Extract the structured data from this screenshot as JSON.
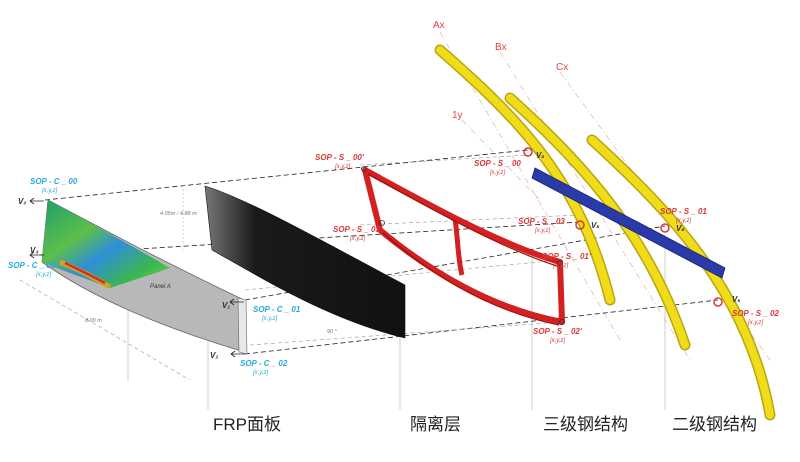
{
  "axes": [
    "Ax",
    "Bx",
    "Cx",
    "1y"
  ],
  "sop_c": [
    {
      "name": "SOP - C _ 00",
      "coord": "[x,y,z]"
    },
    {
      "name": "SOP - C _ 03",
      "coord": "[x,y,z]"
    },
    {
      "name": "SOP - C _ 01",
      "coord": "[x,y,z]"
    },
    {
      "name": "SOP - C _ 02",
      "coord": "[x,y,z]"
    }
  ],
  "sop_s_mid": [
    {
      "name": "SOP - S _ 00'",
      "coord": "[x,y,z]"
    },
    {
      "name": "SOP - S _ 03'",
      "coord": "[x,y,z]"
    },
    {
      "name": "SOP - S _ 01'",
      "coord": "[x,y,z]"
    },
    {
      "name": "SOP - S _ 02'",
      "coord": "[x,y,z]"
    }
  ],
  "sop_s": [
    {
      "name": "SOP - S _ 00",
      "coord": "[x,y,z]"
    },
    {
      "name": "SOP - S _ 03",
      "coord": "[x,y,z]"
    },
    {
      "name": "SOP - S _ 01",
      "coord": "[x,y,z]"
    },
    {
      "name": "SOP - S _ 02",
      "coord": "[x,y,z]"
    }
  ],
  "v_labels": {
    "v0": "V₀",
    "v1": "V₁",
    "v2": "V₂",
    "v3": "V₃",
    "vs": "Vₛ"
  },
  "dims": {
    "height": "4.05m / 4.88  m",
    "length": "8.00 m",
    "angle": "90 °"
  },
  "panel_label": "Panel A",
  "captions": [
    "FRP面板",
    "隔离层",
    "三级钢结构",
    "二级钢结构"
  ],
  "colors": {
    "frame": "#d32020",
    "yellow": "#f0dc18",
    "blue": "#2a3aa8",
    "cyan": "#2aa9d6",
    "red_label": "#d63a3a"
  }
}
